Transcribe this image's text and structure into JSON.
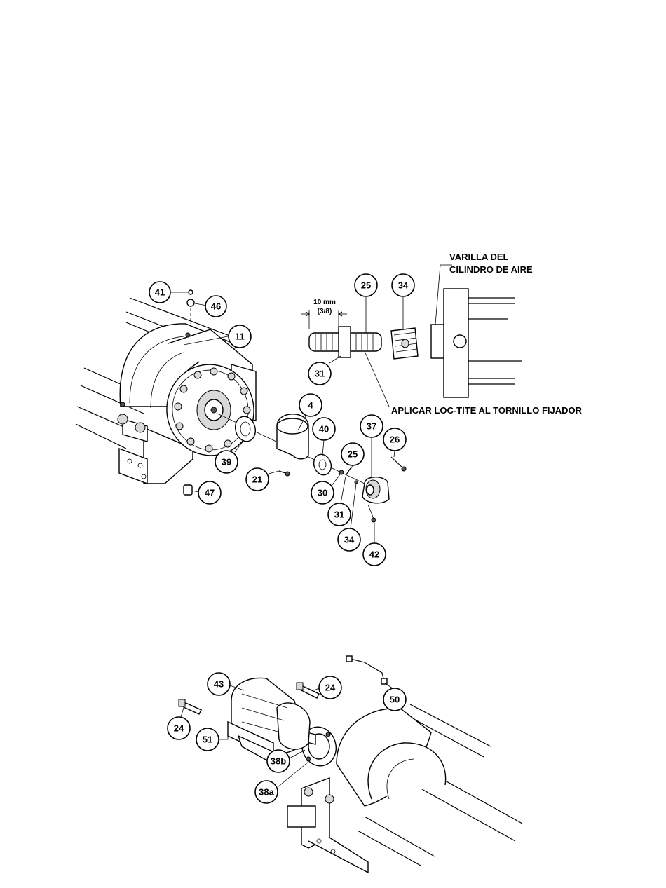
{
  "notes": {
    "rod_line1": "VARILLA DEL",
    "rod_line2": "CILINDRO DE AIRE",
    "loctite": "APLICAR LOC-TITE AL TORNILLO FIJADOR",
    "dim_value": "10 mm",
    "dim_inch": "(3/8)"
  },
  "callouts_top": {
    "c41": "41",
    "c46": "46",
    "c11": "11",
    "c25a": "25",
    "c34a": "34",
    "c31a": "31",
    "c4": "4",
    "c40": "40",
    "c37": "37",
    "c26": "26",
    "c25b": "25",
    "c39": "39",
    "c21": "21",
    "c30": "30",
    "c31b": "31",
    "c34b": "34",
    "c42": "42",
    "c47": "47"
  },
  "callouts_bottom": {
    "c43": "43",
    "c24a": "24",
    "c24b": "24",
    "c50": "50",
    "c51": "51",
    "c38b": "38b",
    "c38a": "38a"
  }
}
